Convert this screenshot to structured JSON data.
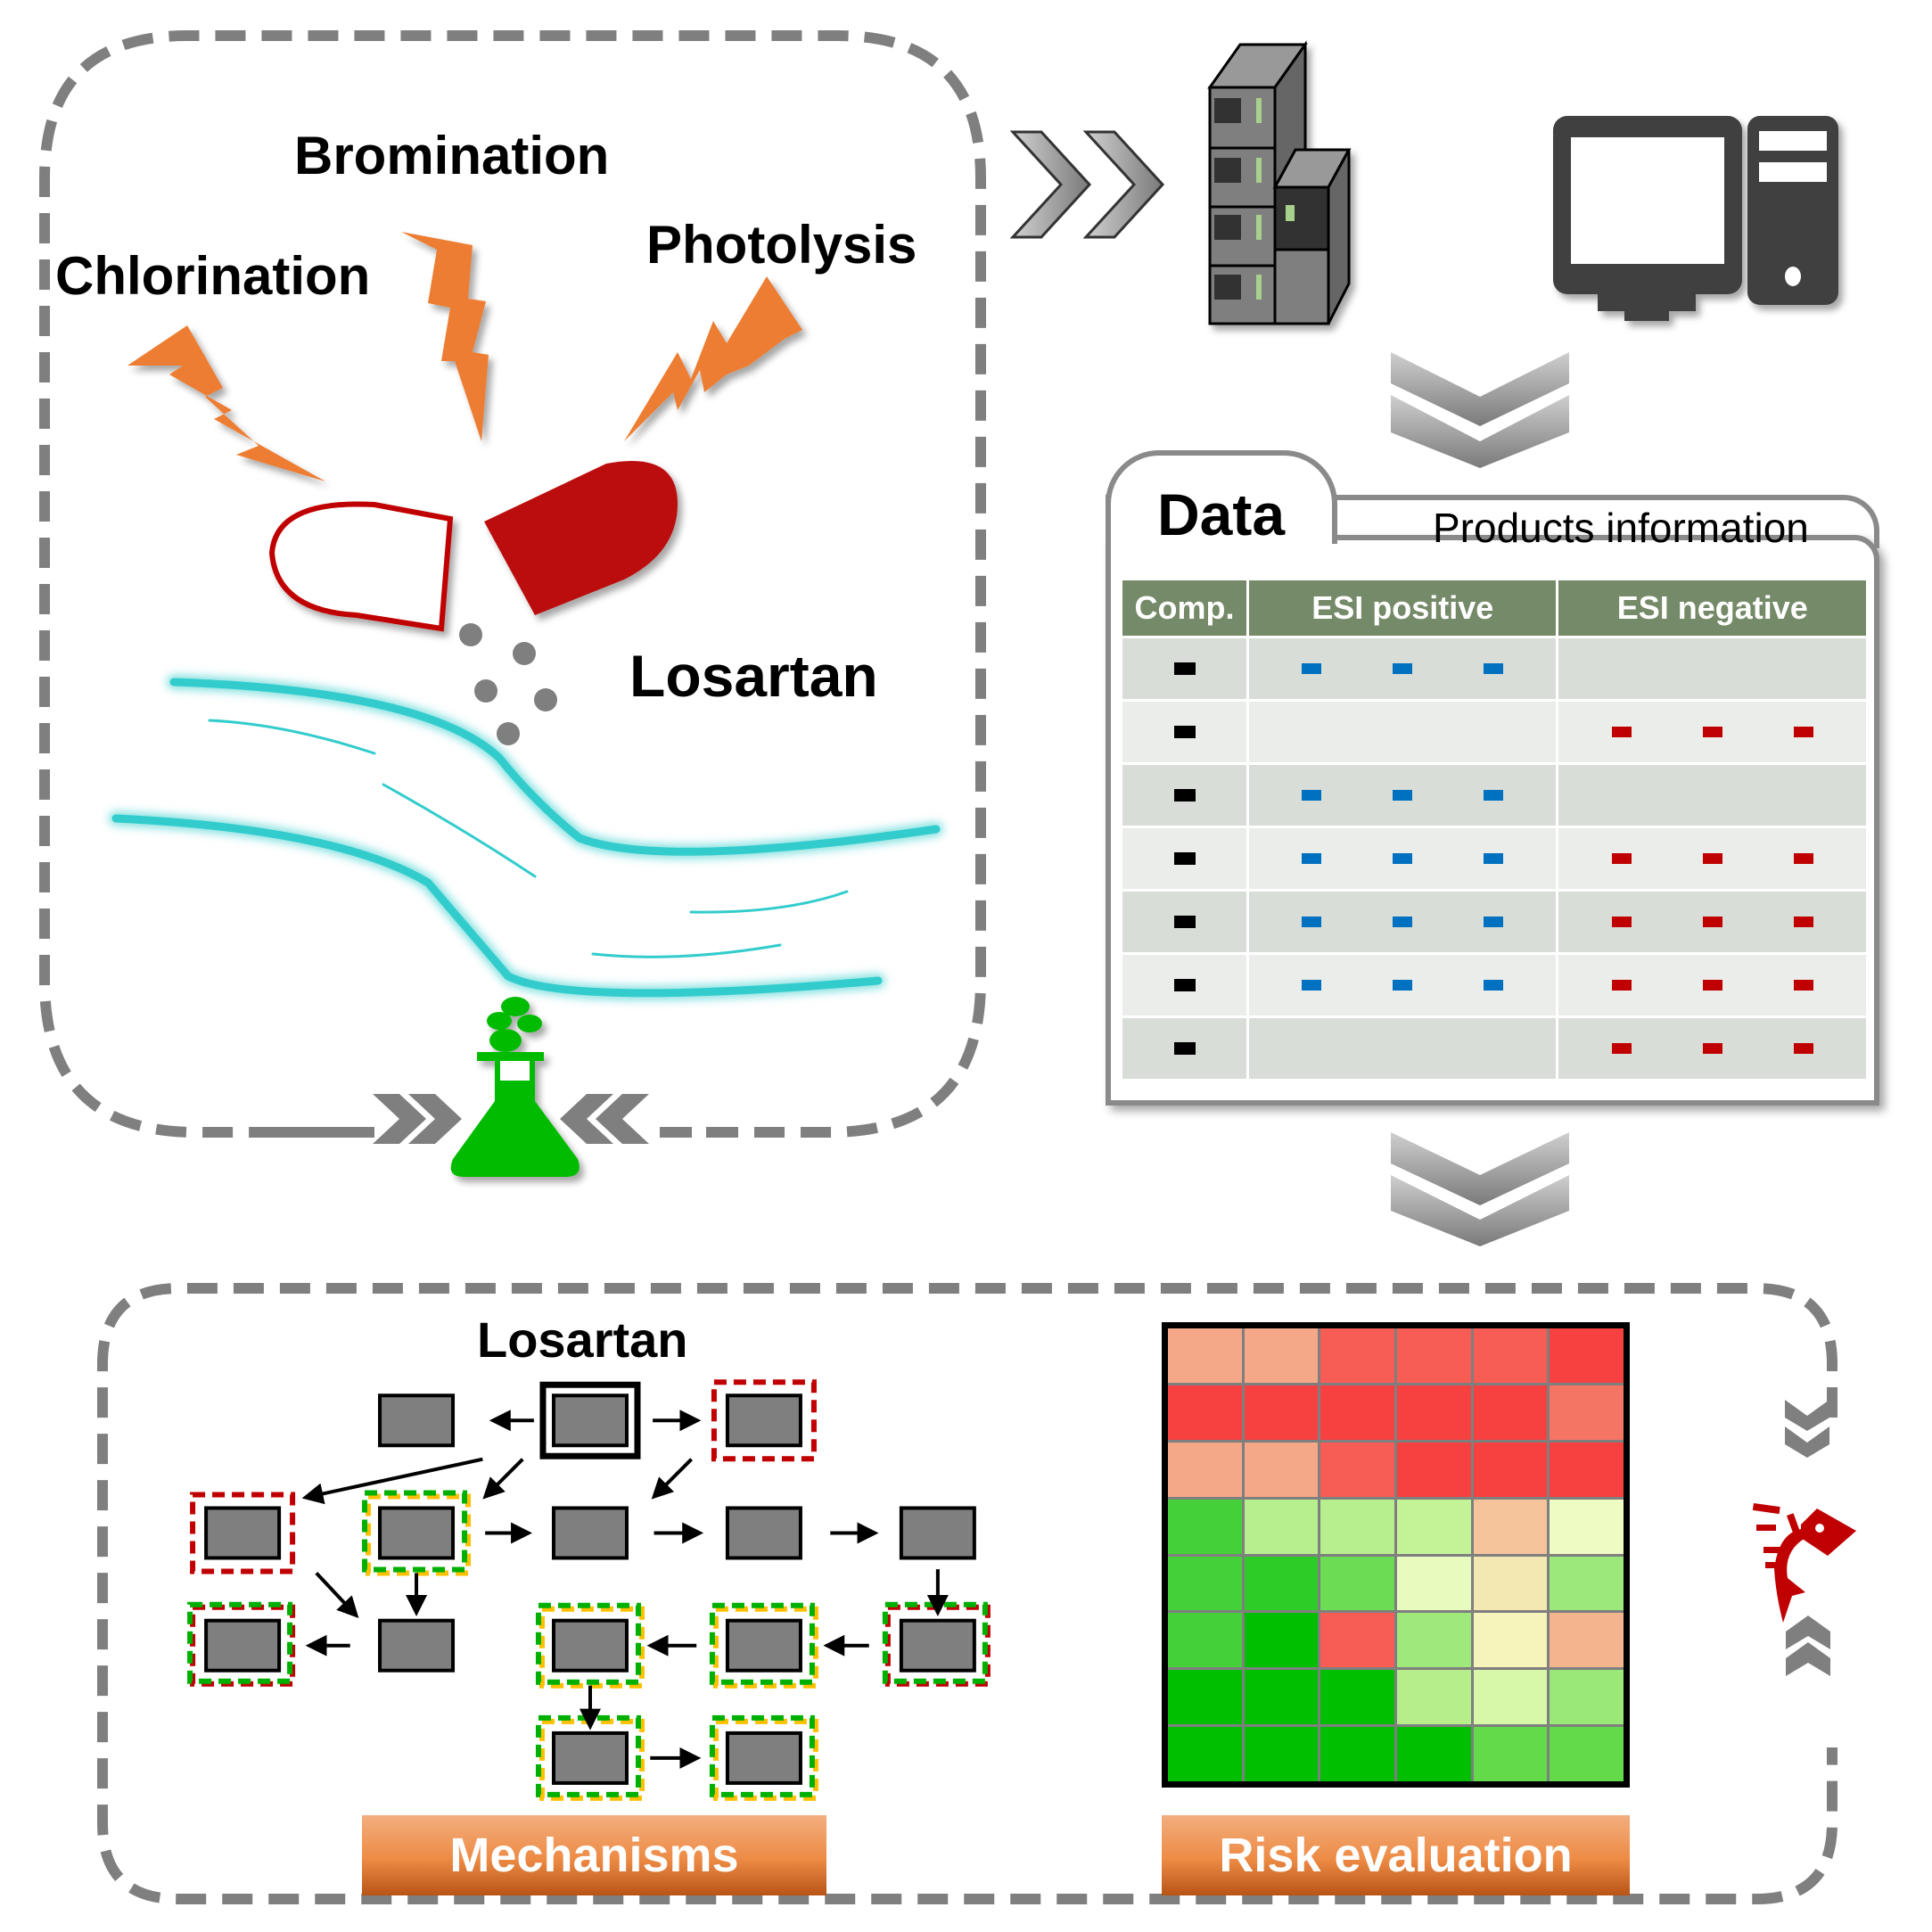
{
  "processes": {
    "chlorination": "Chlorination",
    "bromination": "Bromination",
    "photolysis": "Photolysis"
  },
  "compound_label": "Losartan",
  "data_card": {
    "tab_label": "Data",
    "subtitle": "Products information",
    "columns": [
      "Comp.",
      "ESI positive",
      "ESI negative"
    ],
    "rows": [
      {
        "comp": true,
        "esi_positive": 3,
        "esi_negative": 0
      },
      {
        "comp": true,
        "esi_positive": 0,
        "esi_negative": 3
      },
      {
        "comp": true,
        "esi_positive": 3,
        "esi_negative": 0
      },
      {
        "comp": true,
        "esi_positive": 3,
        "esi_negative": 3
      },
      {
        "comp": true,
        "esi_positive": 3,
        "esi_negative": 3
      },
      {
        "comp": true,
        "esi_positive": 3,
        "esi_negative": 3
      },
      {
        "comp": true,
        "esi_positive": 0,
        "esi_negative": 3
      }
    ]
  },
  "mechanisms": {
    "title": "Losartan",
    "label": "Mechanisms"
  },
  "risk": {
    "label": "Risk evaluation",
    "heatmap_colors": [
      [
        "#f5a887",
        "#f5a887",
        "#f75c55",
        "#f75c55",
        "#f75c55",
        "#f74141"
      ],
      [
        "#f74141",
        "#f74141",
        "#f74141",
        "#f74141",
        "#f74141",
        "#f57565"
      ],
      [
        "#f5a887",
        "#f5a887",
        "#f75c55",
        "#f74141",
        "#f74141",
        "#f74141"
      ],
      [
        "#44d038",
        "#b8ef8e",
        "#b8ef8e",
        "#c4f296",
        "#f5c49a",
        "#eefcc3"
      ],
      [
        "#44d038",
        "#2ecc26",
        "#6cdc52",
        "#e8fbbe",
        "#f4e8b2",
        "#9ce87a"
      ],
      [
        "#44d038",
        "#00be00",
        "#f75c55",
        "#9ee87c",
        "#f6f4ba",
        "#f4b48e"
      ],
      [
        "#00be00",
        "#00be00",
        "#00be00",
        "#b6ee8c",
        "#d6f8a8",
        "#9ae878"
      ],
      [
        "#00be00",
        "#00be00",
        "#00be00",
        "#00be00",
        "#62da4a",
        "#62da4a"
      ]
    ]
  },
  "colors": {
    "accent_orange": "#ed7d31",
    "capsule_red": "#c00000",
    "water_cyan": "#33cccc",
    "flask_green": "#00bb00",
    "dash_gray": "#7f7f7f",
    "table_header": "#758a68",
    "esi_positive": "#0070c0",
    "esi_negative": "#c00000"
  }
}
